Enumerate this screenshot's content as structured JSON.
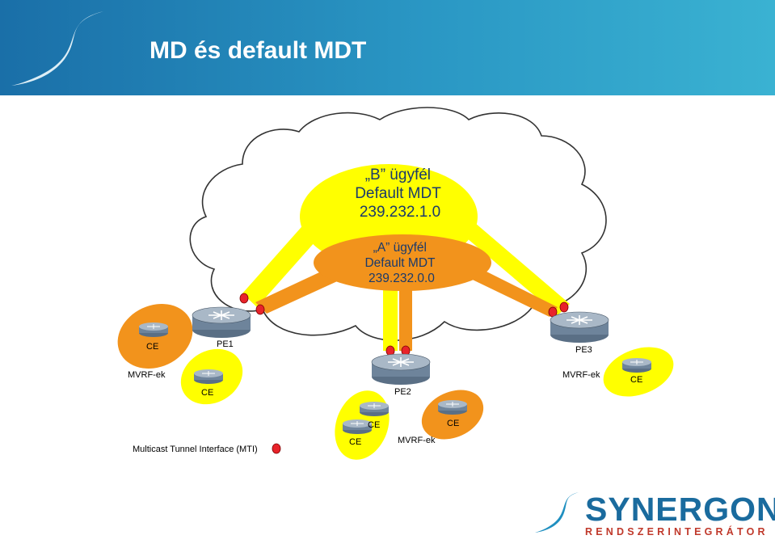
{
  "slide": {
    "title": "MD és default MDT"
  },
  "diagram": {
    "mdt_b": [
      "„B” ügyfél",
      "Default MDT",
      "239.232.1.0"
    ],
    "mdt_a": [
      "„A” ügyfél",
      "Default MDT",
      "239.232.0.0"
    ],
    "pe_labels": {
      "pe1": "PE1",
      "pe2": "PE2",
      "pe3": "PE3"
    },
    "ce_label": "CE",
    "mvrf_label": "MVRF-ek",
    "legend_text": "Multicast Tunnel Interface (MTI)",
    "colors": {
      "orange": "#f2931c",
      "yellow": "#ffff00",
      "cloud_stroke": "#333333",
      "mti": "#e8232a"
    }
  },
  "logo": {
    "brand": "SYNERGON",
    "tagline": "RENDSZERINTEGRÁTOR"
  }
}
